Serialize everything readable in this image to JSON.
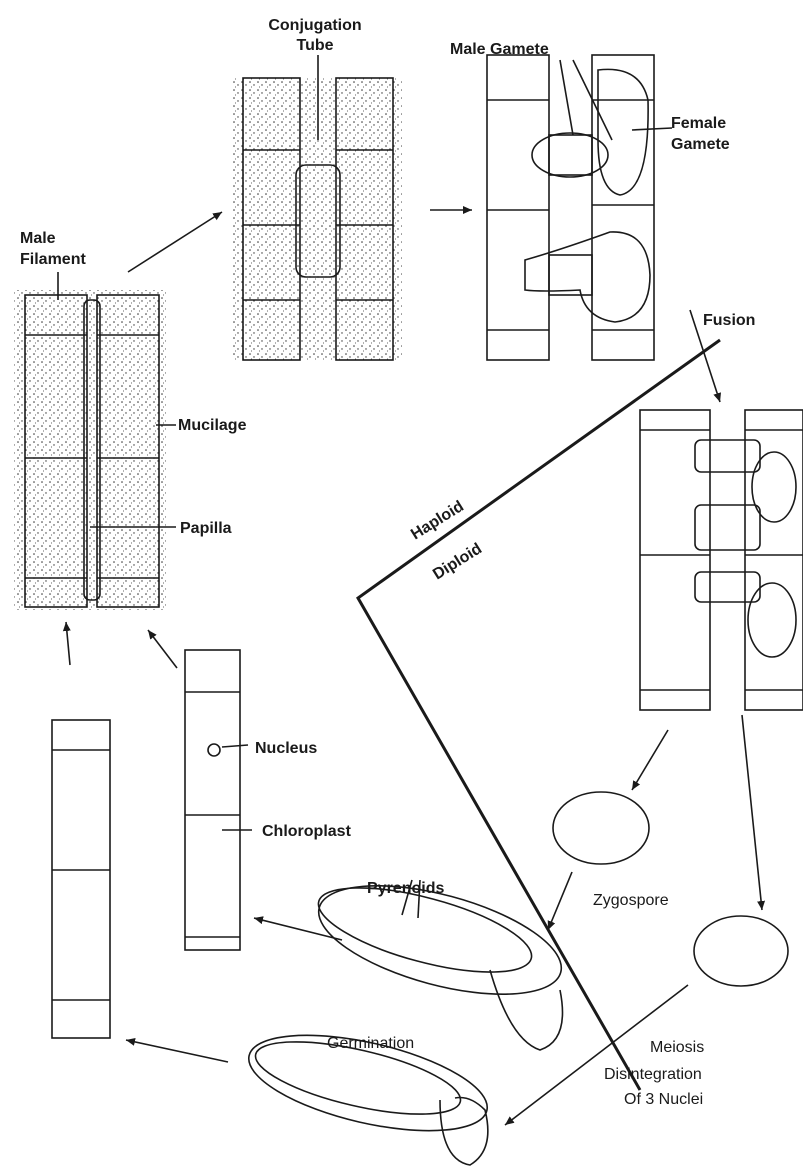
{
  "labels": {
    "conjugation_tube_line1": "Conjugation",
    "conjugation_tube_line2": "Tube",
    "male_gamete": "Male Gamete",
    "female_gamete_line1": "Female",
    "female_gamete_line2": "Gamete",
    "male_filament_line1": "Male",
    "male_filament_line2": "Filament",
    "mucilage": "Mucilage",
    "papilla": "Papilla",
    "fusion": "Fusion",
    "haploid": "Haploid",
    "diploid": "Diploid",
    "nucleus": "Nucleus",
    "chloroplast": "Chloroplast",
    "pyrenoids": "Pyrenoids",
    "zygospore": "Zygospore",
    "germination": "Germination",
    "meiosis": "Meiosis",
    "disintegration_line1": "Disintegration",
    "disintegration_line2": "Of 3 Nuclei"
  }
}
